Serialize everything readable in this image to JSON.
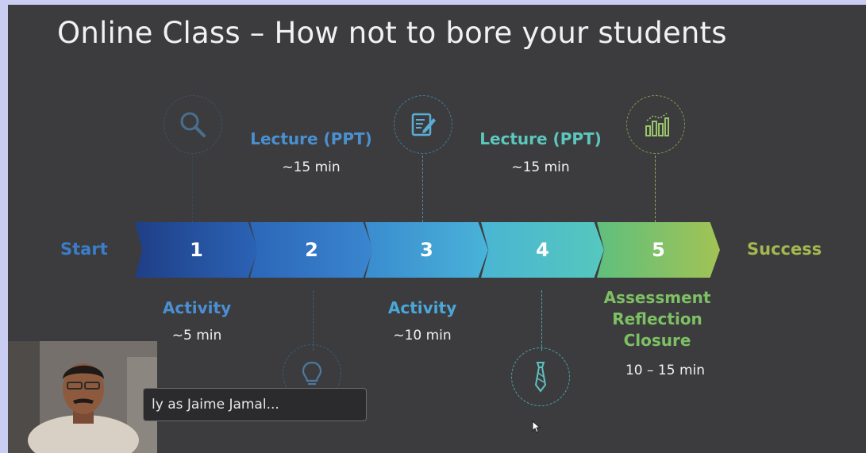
{
  "slide": {
    "title": "Online Class – How not to bore your students",
    "start_label": "Start",
    "end_label": "Success",
    "steps": [
      {
        "number": "1",
        "color": "#2a5fb2"
      },
      {
        "number": "2",
        "color": "#3376c6"
      },
      {
        "number": "3",
        "color": "#3e9bd4"
      },
      {
        "number": "4",
        "color": "#4ab6cc"
      },
      {
        "number": "5",
        "color": "#7dbb58"
      }
    ],
    "above": [
      {
        "label": "Lecture (PPT)",
        "duration": "~15 min"
      },
      {
        "label": "Lecture (PPT)",
        "duration": "~15 min"
      }
    ],
    "below": [
      {
        "label": "Activity",
        "duration": "~5 min"
      },
      {
        "label": "Activity",
        "duration": "~10 min"
      },
      {
        "label_lines": [
          "Assessment",
          "Reflection",
          "Closure"
        ],
        "duration": "10 – 15 min"
      }
    ],
    "icons": [
      "magnifier-icon",
      "document-edit-icon",
      "bar-chart-icon",
      "lightbulb-icon",
      "necktie-icon"
    ]
  },
  "meeting": {
    "rename_toast": "ly as Jaime Jamal..."
  }
}
